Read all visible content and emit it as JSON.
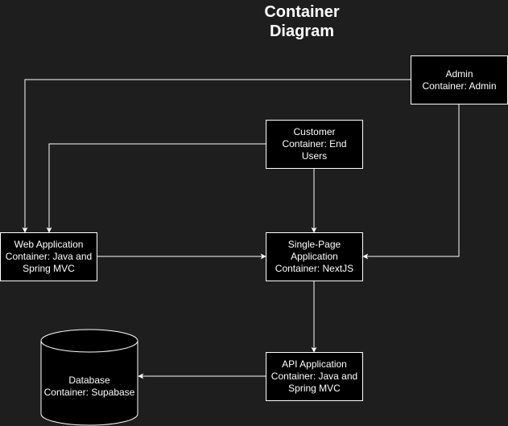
{
  "title": {
    "line1": "Container",
    "line2": "Diagram"
  },
  "nodes": {
    "admin": {
      "line1": "Admin",
      "line2": "Container: Admin"
    },
    "customer": {
      "line1": "Customer",
      "line2": "Container: End Users"
    },
    "web_app": {
      "line1": "Web Application",
      "line2": "Container: Java and",
      "line3": "Spring MVC"
    },
    "spa": {
      "line1": "Single-Page",
      "line2": "Application",
      "line3": "Container: NextJS"
    },
    "api": {
      "line1": "API Application",
      "line2": "Container: Java and",
      "line3": "Spring MVC"
    },
    "database": {
      "line1": "Database",
      "line2": "Container: Supabase"
    }
  },
  "colors": {
    "background": "#1e1e1e",
    "node_fill": "#000000",
    "stroke": "#ffffff",
    "text": "#ffffff"
  }
}
